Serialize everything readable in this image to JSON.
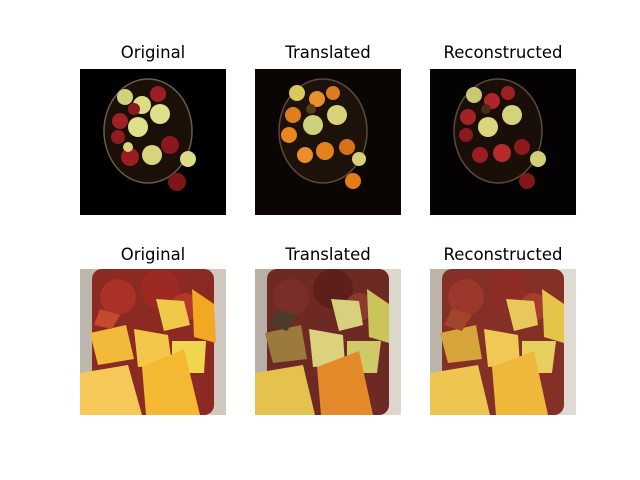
{
  "figure": {
    "panels": [
      {
        "title": "Original"
      },
      {
        "title": "Translated"
      },
      {
        "title": "Reconstructed"
      },
      {
        "title": "Original"
      },
      {
        "title": "Translated"
      },
      {
        "title": "Reconstructed"
      }
    ]
  },
  "colors": {
    "figure_background": "#ffffff",
    "image_background_dark": "#000000",
    "apple_red": "#8e1c1f",
    "apple_green": "#d8d77c",
    "orange": "#e2741c",
    "citrus_yellow": "#f2c033",
    "bowl_white": "#d9d2c8"
  }
}
